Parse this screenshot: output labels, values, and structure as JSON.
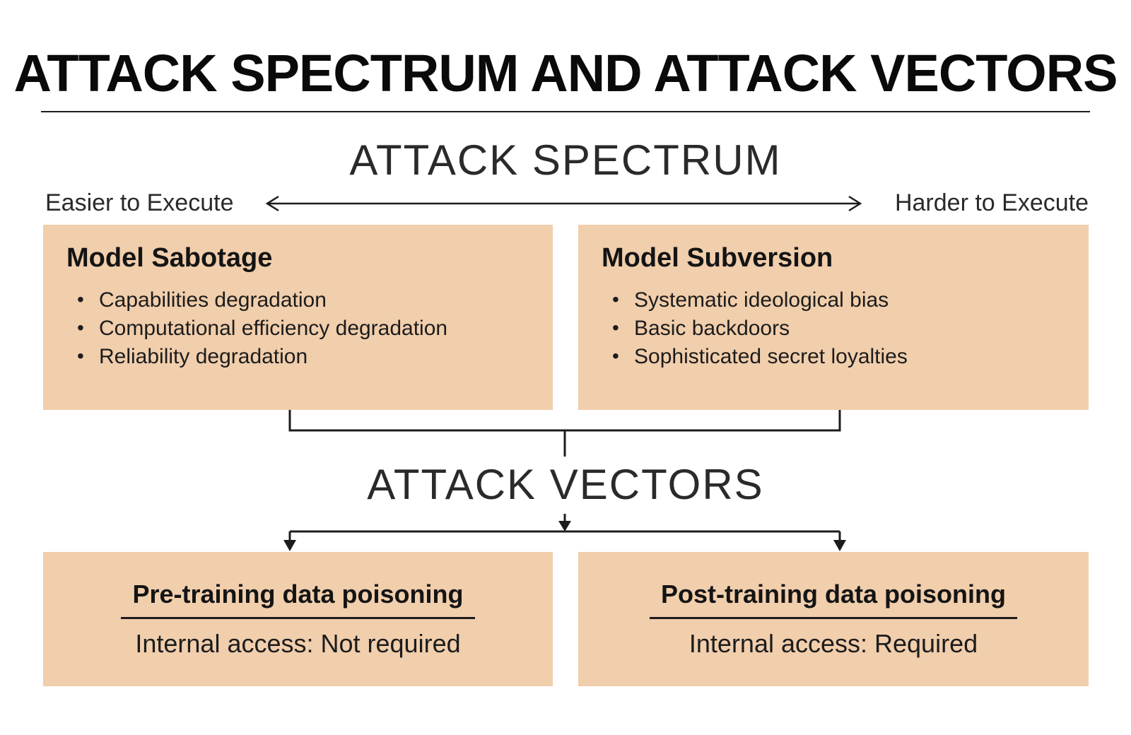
{
  "diagram": {
    "title": "ATTACK SPECTRUM AND ATTACK VECTORS",
    "colors": {
      "box_fill": "#F1CEAC",
      "line": "#1C1C1C",
      "title_text": "#0A0A0A"
    },
    "spectrum": {
      "heading": "ATTACK SPECTRUM",
      "left_label": "Easier to Execute",
      "right_label": "Harder to Execute",
      "boxes": [
        {
          "title": "Model Sabotage",
          "bullets": [
            "Capabilities degradation",
            "Computational efficiency degradation",
            "Reliability degradation"
          ]
        },
        {
          "title": "Model Subversion",
          "bullets": [
            "Systematic ideological bias",
            "Basic backdoors",
            "Sophisticated secret loyalties"
          ]
        }
      ]
    },
    "vectors": {
      "heading": "ATTACK VECTORS",
      "boxes": [
        {
          "title": "Pre-training data poisoning",
          "access": "Internal access: Not required"
        },
        {
          "title": "Post-training data poisoning",
          "access": "Internal access: Required"
        }
      ]
    }
  }
}
